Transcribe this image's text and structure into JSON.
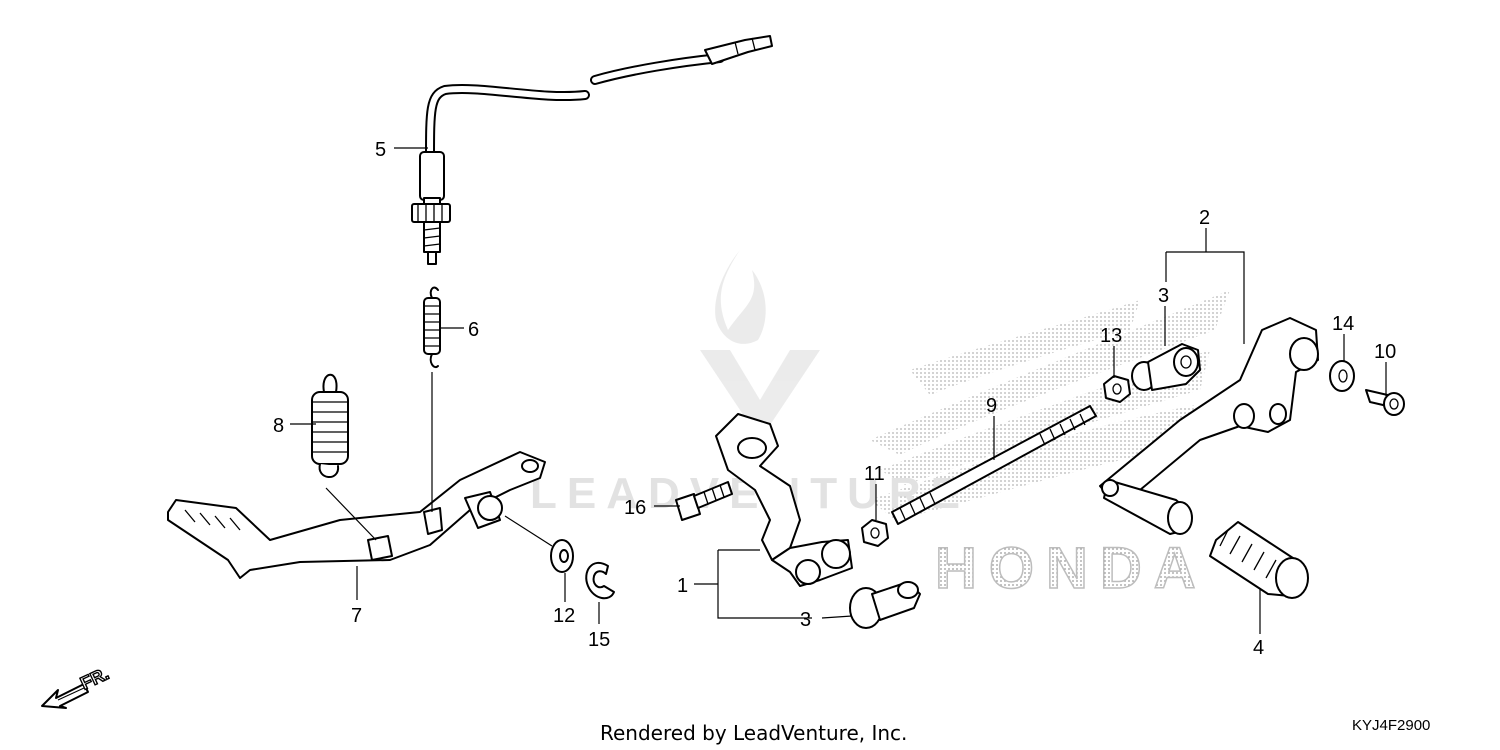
{
  "diagram": {
    "callouts": [
      {
        "id": "c5",
        "text": "5"
      },
      {
        "id": "c6",
        "text": "6"
      },
      {
        "id": "c8",
        "text": "8"
      },
      {
        "id": "c7",
        "text": "7"
      },
      {
        "id": "c12",
        "text": "12"
      },
      {
        "id": "c15",
        "text": "15"
      },
      {
        "id": "c16",
        "text": "16"
      },
      {
        "id": "c1",
        "text": "1"
      },
      {
        "id": "c3a",
        "text": "3"
      },
      {
        "id": "c11",
        "text": "11"
      },
      {
        "id": "c9",
        "text": "9"
      },
      {
        "id": "c13",
        "text": "13"
      },
      {
        "id": "c3b",
        "text": "3"
      },
      {
        "id": "c2",
        "text": "2"
      },
      {
        "id": "c14",
        "text": "14"
      },
      {
        "id": "c10",
        "text": "10"
      },
      {
        "id": "c4",
        "text": "4"
      }
    ],
    "direction_label": "FR.",
    "footer_text": "Rendered by LeadVenture, Inc.",
    "diagram_code": "KYJ4F2900",
    "watermark_text": "LEADVENTURE",
    "watermark_brand": "HONDA"
  }
}
